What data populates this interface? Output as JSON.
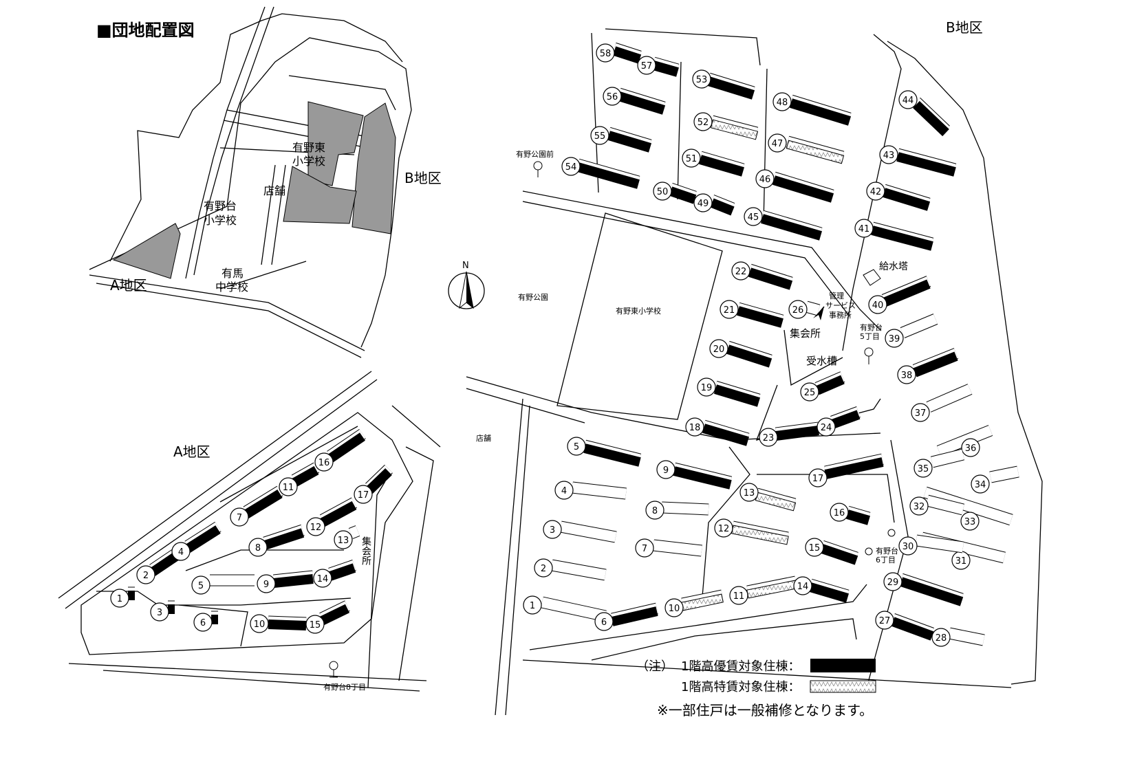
{
  "title": "■団地配置図",
  "inset": {
    "district_b": "B地区",
    "district_a": "A地区",
    "school_east_1": "有野東",
    "school_east_2": "小学校",
    "shop": "店舗",
    "school_dai_1": "有野台",
    "school_dai_2": "小学校",
    "junior_1": "有馬",
    "junior_2": "中学校"
  },
  "compass": "N",
  "district_a": {
    "label": "A地区",
    "community_hall": "集会所",
    "bus_stop": "有野台8丁目",
    "buildings": [
      {
        "no": "1",
        "type": "priority"
      },
      {
        "no": "2",
        "type": "priority"
      },
      {
        "no": "3",
        "type": "priority"
      },
      {
        "no": "4",
        "type": "priority"
      },
      {
        "no": "5",
        "type": "none"
      },
      {
        "no": "6",
        "type": "priority"
      },
      {
        "no": "7",
        "type": "priority"
      },
      {
        "no": "8",
        "type": "priority"
      },
      {
        "no": "9",
        "type": "priority"
      },
      {
        "no": "10",
        "type": "priority"
      },
      {
        "no": "11",
        "type": "priority"
      },
      {
        "no": "12",
        "type": "priority"
      },
      {
        "no": "13",
        "type": "none"
      },
      {
        "no": "14",
        "type": "priority"
      },
      {
        "no": "15",
        "type": "priority"
      },
      {
        "no": "16",
        "type": "priority"
      },
      {
        "no": "17",
        "type": "priority"
      }
    ]
  },
  "district_b": {
    "label": "B地区",
    "park": "有野公園",
    "bus_stop_park": "有野公園前",
    "school": "有野東小学校",
    "shop": "店舗",
    "water_tower": "給水塔",
    "office_1": "管理",
    "office_2": "サービス",
    "office_3": "事務所",
    "community_hall": "集会所",
    "water_tank": "受水槽",
    "bus_stop_5_1": "有野台",
    "bus_stop_5_2": "5丁目",
    "bus_stop_6_1": "有野台",
    "bus_stop_6_2": "6丁目",
    "buildings": [
      {
        "no": "58",
        "type": "priority"
      },
      {
        "no": "57",
        "type": "priority"
      },
      {
        "no": "56",
        "type": "priority"
      },
      {
        "no": "55",
        "type": "priority"
      },
      {
        "no": "54",
        "type": "priority"
      },
      {
        "no": "53",
        "type": "priority"
      },
      {
        "no": "52",
        "type": "special"
      },
      {
        "no": "51",
        "type": "priority"
      },
      {
        "no": "50",
        "type": "priority"
      },
      {
        "no": "49",
        "type": "priority"
      },
      {
        "no": "48",
        "type": "priority"
      },
      {
        "no": "47",
        "type": "special"
      },
      {
        "no": "46",
        "type": "priority"
      },
      {
        "no": "45",
        "type": "priority"
      },
      {
        "no": "44",
        "type": "priority"
      },
      {
        "no": "43",
        "type": "priority"
      },
      {
        "no": "42",
        "type": "priority"
      },
      {
        "no": "41",
        "type": "priority"
      },
      {
        "no": "40",
        "type": "priority"
      },
      {
        "no": "39",
        "type": "none"
      },
      {
        "no": "38",
        "type": "priority"
      },
      {
        "no": "37",
        "type": "none"
      },
      {
        "no": "36",
        "type": "none"
      },
      {
        "no": "35",
        "type": "none"
      },
      {
        "no": "34",
        "type": "none"
      },
      {
        "no": "33",
        "type": "none"
      },
      {
        "no": "32",
        "type": "none"
      },
      {
        "no": "31",
        "type": "none"
      },
      {
        "no": "30",
        "type": "none"
      },
      {
        "no": "29",
        "type": "priority"
      },
      {
        "no": "28",
        "type": "none"
      },
      {
        "no": "27",
        "type": "priority"
      },
      {
        "no": "22",
        "type": "priority"
      },
      {
        "no": "26",
        "type": "none"
      },
      {
        "no": "21",
        "type": "priority"
      },
      {
        "no": "20",
        "type": "priority"
      },
      {
        "no": "19",
        "type": "priority"
      },
      {
        "no": "18",
        "type": "priority"
      },
      {
        "no": "25",
        "type": "priority"
      },
      {
        "no": "23",
        "type": "priority"
      },
      {
        "no": "24",
        "type": "priority"
      },
      {
        "no": "5",
        "type": "priority"
      },
      {
        "no": "9",
        "type": "priority"
      },
      {
        "no": "17",
        "type": "priority"
      },
      {
        "no": "4",
        "type": "none"
      },
      {
        "no": "8",
        "type": "none"
      },
      {
        "no": "13",
        "type": "special"
      },
      {
        "no": "16",
        "type": "priority"
      },
      {
        "no": "3",
        "type": "none"
      },
      {
        "no": "7",
        "type": "none"
      },
      {
        "no": "12",
        "type": "special"
      },
      {
        "no": "15",
        "type": "priority"
      },
      {
        "no": "2",
        "type": "none"
      },
      {
        "no": "1",
        "type": "none"
      },
      {
        "no": "6",
        "type": "priority"
      },
      {
        "no": "10",
        "type": "special"
      },
      {
        "no": "11",
        "type": "special"
      },
      {
        "no": "14",
        "type": "priority"
      }
    ]
  },
  "legend": {
    "note_prefix": "（注）",
    "priority_label": "1階高優賃対象住棟：",
    "special_label": "1階高特賃対象住棟：",
    "footnote": "※一部住戸は一般補修となります。"
  }
}
